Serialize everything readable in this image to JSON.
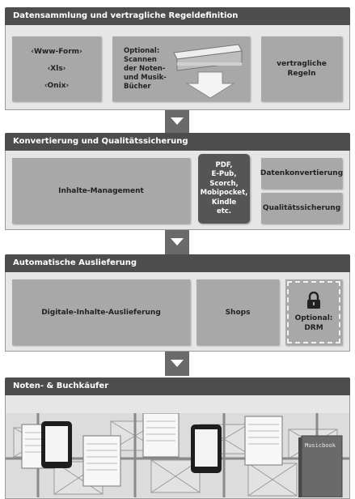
{
  "sections": {
    "collection": {
      "title": "Datensammlung und vertragliche Regeldefinition",
      "formats": [
        "‹Www-Form›",
        "‹Xls›",
        "‹Onix›"
      ],
      "scan": [
        "Optional:",
        "Scannen",
        "der Noten-",
        "und Musik-",
        "Bücher"
      ],
      "rules": [
        "vertragliche",
        "Regeln"
      ]
    },
    "conversion": {
      "title": "Konvertierung und Qualitätssicherung",
      "content_management": "Inhalte-Management",
      "formats": [
        "PDF,",
        "E-Pub,",
        "Scorch,",
        "Mobipocket,",
        "Kindle",
        "etc."
      ],
      "data_conversion": "Datenkonvertierung",
      "quality": "Qualitätssicherung"
    },
    "delivery": {
      "title": "Automatische Auslieferung",
      "digital_delivery": "Digitale-Inhalte-Auslieferung",
      "shops": "Shops",
      "drm": [
        "Optional:",
        "DRM"
      ]
    },
    "buyers": {
      "title": "Noten- & Buchkäufer",
      "book_title": "Musicbook"
    }
  },
  "colors": {
    "header": "#4d4d4d",
    "panel": "#e6e6e6",
    "box": "#a8a8a8",
    "dark_box": "#555555",
    "connector": "#6a6a6a"
  }
}
